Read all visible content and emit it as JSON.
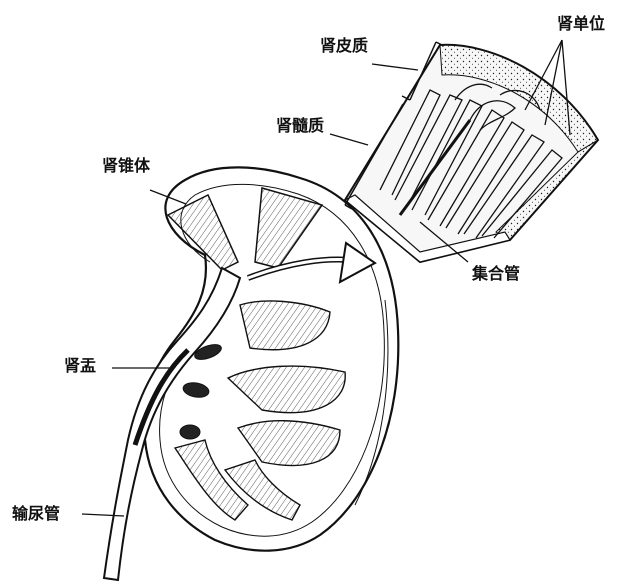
{
  "labels": {
    "nephron": "肾单位",
    "cortex": "肾皮质",
    "medulla": "肾髓质",
    "pyramid": "肾锥体",
    "collecting_duct": "集合管",
    "pelvis": "肾盂",
    "ureter": "输尿管"
  },
  "colors": {
    "line": "#111111",
    "background": "#ffffff",
    "medulla_fill": "#f2f2f2"
  }
}
